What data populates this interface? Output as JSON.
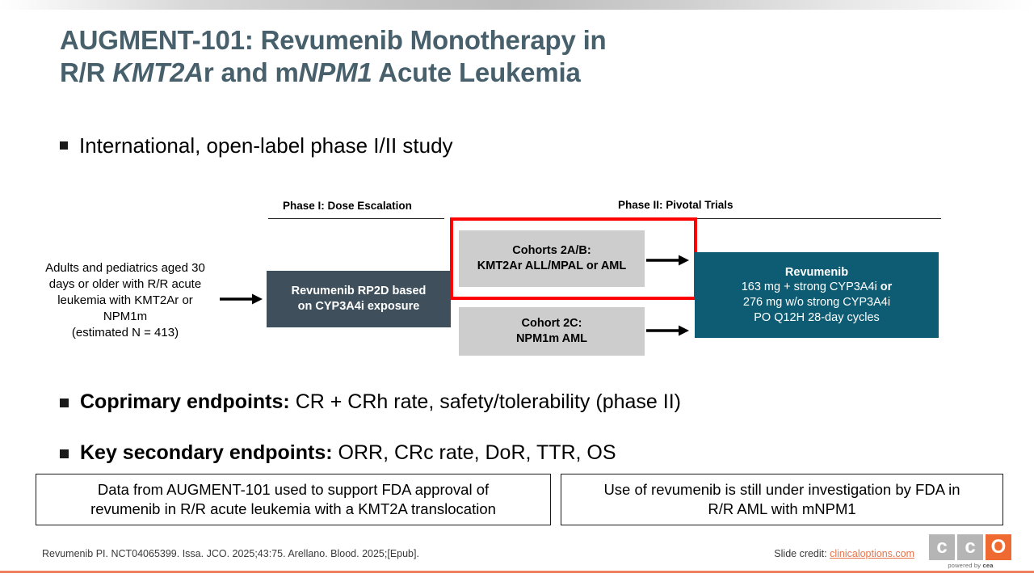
{
  "title": {
    "line1_pre": "AUGMENT-101: Revumenib Monotherapy in",
    "line2_a": "R/R ",
    "line2_italic1": "KMT2A",
    "line2_b": "r and m",
    "line2_italic2": "NPM1",
    "line2_c": " Acute Leukemia",
    "color": "#47606c"
  },
  "bullets": {
    "intro": "International, open-label phase I/II study",
    "coprimary_label": "Coprimary endpoints:",
    "coprimary_value": " CR + CRh rate, safety/tolerability (phase II)",
    "secondary_label": "Key secondary endpoints:",
    "secondary_value": " ORR, CRc rate, DoR, TTR, OS"
  },
  "diagram": {
    "phase1_label": "Phase I: Dose Escalation",
    "phase2_label": "Phase II: Pivotal Trials",
    "population": {
      "line1": "Adults and pediatrics aged 30",
      "line2": "days or older with R/R acute",
      "line3_a": "leukemia with ",
      "line3_italic": "KMT2A",
      "line3_b": "r or",
      "line4_italic": "NPM1",
      "line4_b": "m",
      "line5": "(estimated N = 413)"
    },
    "rp2d_box": {
      "line1": "Revumenib RP2D based",
      "line2": "on CYP3A4i exposure",
      "color": "#3f505c"
    },
    "cohort_ab_box": {
      "line1": "Cohorts 2A/B:",
      "line2_italic": "KMT2A",
      "line2_b": "r ALL/MPAL or AML",
      "color": "#cdcdcd"
    },
    "cohort_2c_box": {
      "line1": "Cohort 2C:",
      "line2_italic": "NPM1m",
      "line2_b": " AML",
      "color": "#cdcdcd"
    },
    "revumenib_dose_box": {
      "title": "Revumenib",
      "line2_a": "163 mg + strong CYP3A4i ",
      "line2_bold": "or",
      "line3": "276 mg w/o strong CYP3A4i",
      "line4": "PO Q12H 28-day cycles",
      "color": "#0e5c73"
    },
    "highlight_color": "#ff0000"
  },
  "callouts": {
    "fda_approval": {
      "line1": "Data from AUGMENT-101 used to support FDA approval of",
      "line2_a": "revumenib in R/R acute leukemia with a ",
      "line2_italic": "KMT2A",
      "line2_b": " translocation"
    },
    "investigational": {
      "line1": "Use of revumenib is still under investigation by FDA in",
      "line2_a": "R/R AML with m",
      "line2_italic": "NPM1"
    }
  },
  "footer": {
    "citation": "Revumenib PI. NCT04065399. Issa. JCO. 2025;43:75. Arellano. Blood. 2025;[Epub].",
    "credit_label": "Slide credit: ",
    "credit_link": "clinicaloptions.com",
    "accent_color": "#ef8060"
  },
  "logo": {
    "letter1": "c",
    "letter2": "c",
    "letter3": "O",
    "tagline_pre": "powered by ",
    "tagline_brand": "cea"
  }
}
